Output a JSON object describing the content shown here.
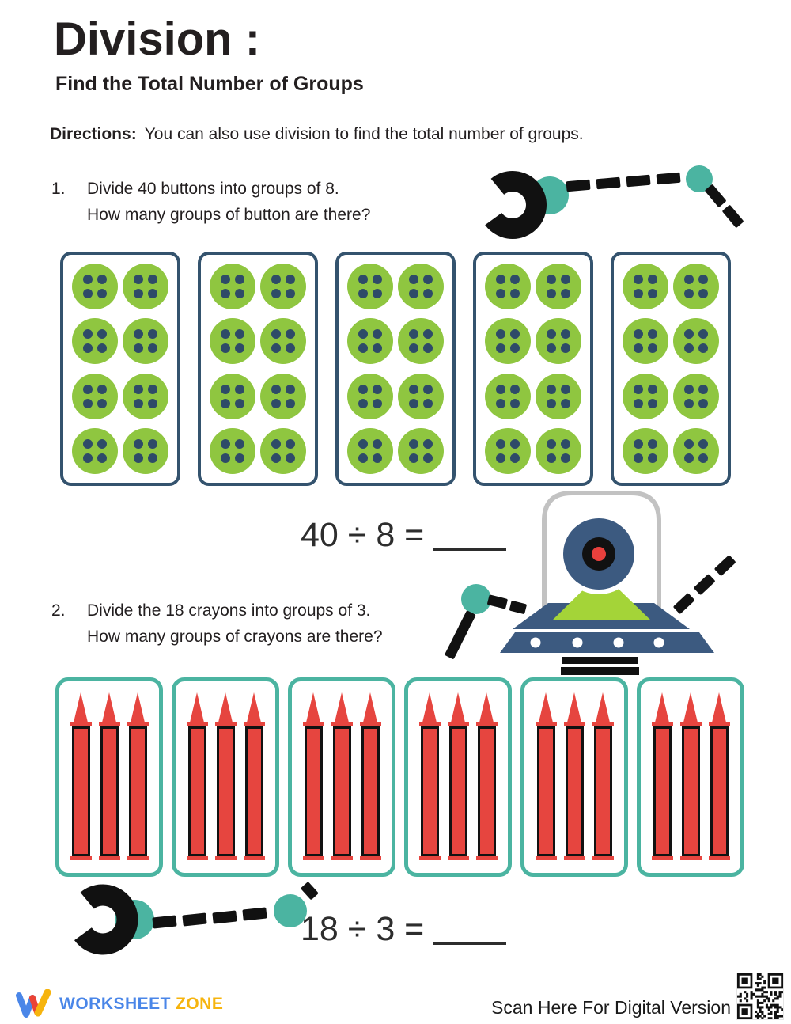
{
  "header": {
    "title": "Division :",
    "subtitle": "Find the Total Number of Groups"
  },
  "directions": {
    "label": "Directions:",
    "text": "You can also use division to find the total number of groups."
  },
  "problems": [
    {
      "number": "1.",
      "line1": "Divide 40 buttons into groups of 8.",
      "line2": "How many groups of button are there?",
      "equation": "40 ÷ 8 =",
      "groups": 5,
      "items_per_group": 8,
      "item": "buttons"
    },
    {
      "number": "2.",
      "line1": "Divide the 18 crayons into groups of 3.",
      "line2": "How many groups of crayons are there?",
      "equation": "18 ÷ 3 =",
      "groups": 6,
      "items_per_group": 3,
      "item": "crayons"
    }
  ],
  "footer": {
    "brand_word1": "WORKSHEET",
    "brand_word2": "ZONE",
    "scan_text": "Scan Here For Digital Version"
  },
  "colors": {
    "button_green": "#8fc640",
    "button_dot_navy": "#2e4b68",
    "box_border_navy": "#34536e",
    "crayon_red": "#e6453f",
    "teal": "#4bb4a1",
    "robot_navy": "#3c5a80",
    "robot_green": "#a4d438",
    "dome_gray": "#c2c2c2",
    "eye_red": "#e8403d",
    "brand_blue": "#4a86e8",
    "brand_yellow": "#f6b40e",
    "logo_red": "#ea4335"
  }
}
